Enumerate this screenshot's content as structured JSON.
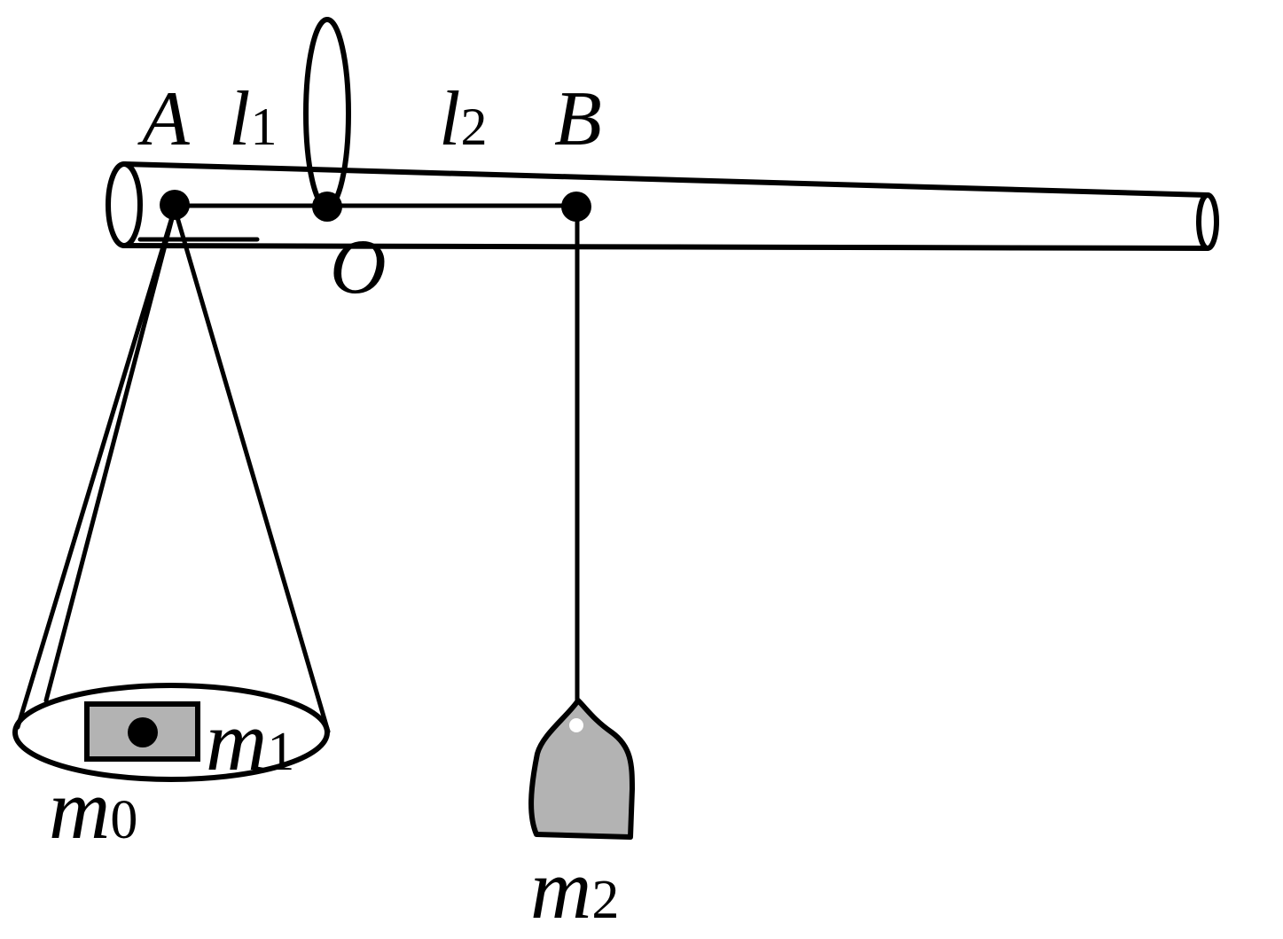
{
  "labels": {
    "point_a": "A",
    "l1_main": "l",
    "l1_sub": "1",
    "l2_main": "l",
    "l2_sub": "2",
    "point_b": "B",
    "pivot_o": "O",
    "m1_main": "m",
    "m1_sub": "1",
    "m0_main": "m",
    "m0_sub": "0",
    "m2_main": "m",
    "m2_sub": "2"
  },
  "colors": {
    "ink": "#000000",
    "weight_fill": "#b3b3b3",
    "background": "#ffffff"
  }
}
